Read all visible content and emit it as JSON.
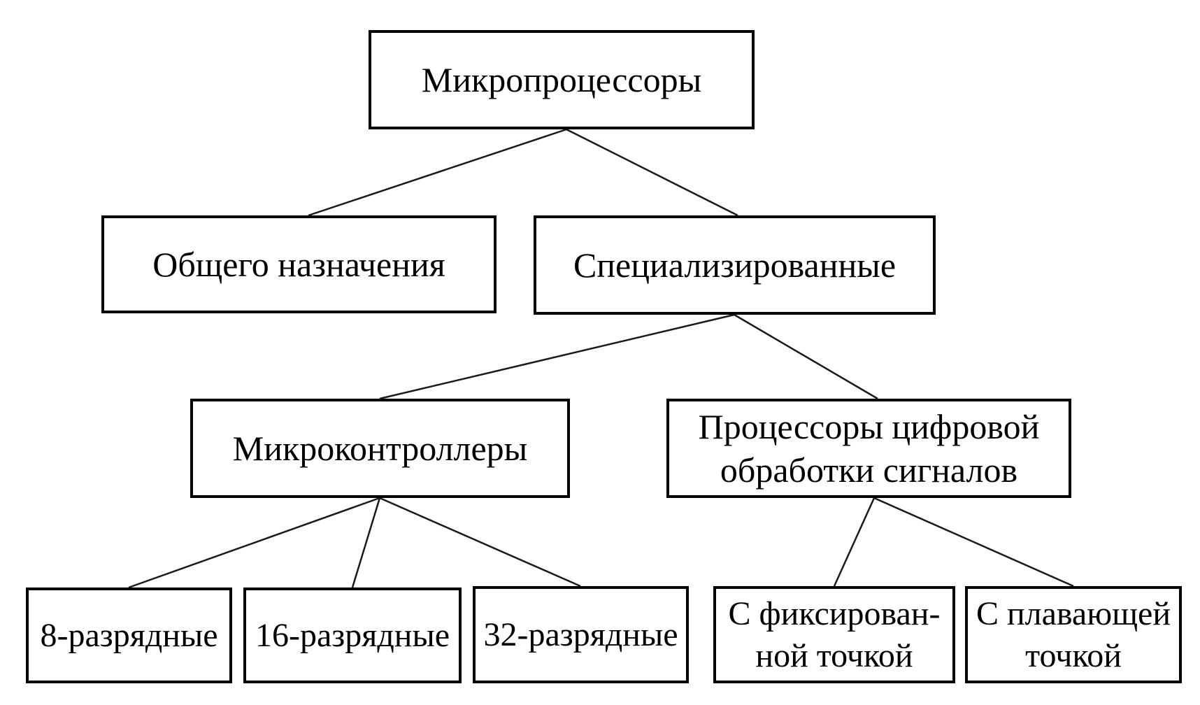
{
  "diagram": {
    "type": "tree",
    "language": "ru",
    "colors": {
      "background": "#ffffff",
      "box_fill": "#ffffff",
      "box_border": "#000000",
      "text": "#000000",
      "connector": "#1a1a1a"
    },
    "nodes": {
      "root": {
        "label": "Микропроцессоры"
      },
      "general": {
        "label": "Общего назначения"
      },
      "specialized": {
        "label": "Специализированные"
      },
      "microcontrollers": {
        "label": "Микроконтроллеры"
      },
      "dsp": {
        "label": "Процессоры цифровой обработки сигналов",
        "lines": [
          "Процессоры цифровой",
          "обработки сигналов"
        ]
      },
      "bit8": {
        "label": "8-разрядные"
      },
      "bit16": {
        "label": "16-разрядные"
      },
      "bit32": {
        "label": "32-разрядные"
      },
      "fixed_point": {
        "label": "С фиксированной точкой",
        "lines": [
          "С фиксирован-",
          "ной точкой"
        ]
      },
      "floating_point": {
        "label": "С плавающей точкой",
        "lines": [
          "С плавающей",
          "точкой"
        ]
      }
    },
    "edges": [
      {
        "from": "root",
        "to": "general"
      },
      {
        "from": "root",
        "to": "specialized"
      },
      {
        "from": "specialized",
        "to": "microcontrollers"
      },
      {
        "from": "specialized",
        "to": "dsp"
      },
      {
        "from": "microcontrollers",
        "to": "bit8"
      },
      {
        "from": "microcontrollers",
        "to": "bit16"
      },
      {
        "from": "microcontrollers",
        "to": "bit32"
      },
      {
        "from": "dsp",
        "to": "fixed_point"
      },
      {
        "from": "dsp",
        "to": "floating_point"
      }
    ]
  }
}
